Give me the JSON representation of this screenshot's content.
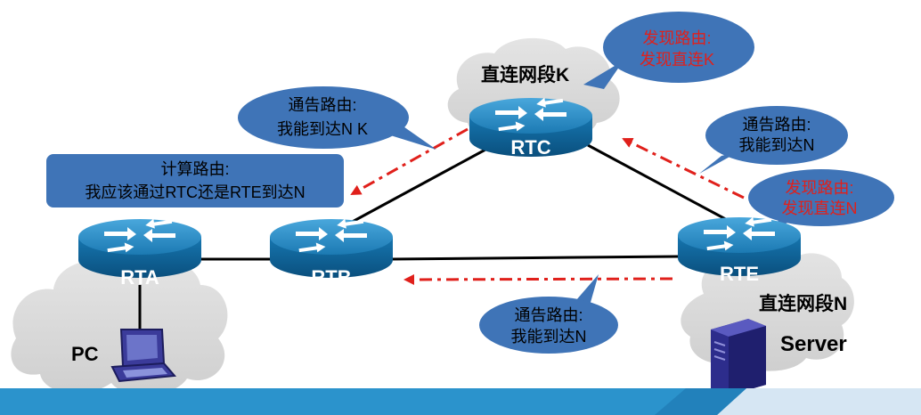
{
  "routers": {
    "rta": "RTA",
    "rtb": "RTB",
    "rtc": "RTC",
    "rte": "RTE"
  },
  "segments": {
    "k": "直连网段K",
    "n": "直连网段N"
  },
  "hosts": {
    "pc": "PC",
    "server": "Server"
  },
  "bubbles": {
    "rtc_discover": [
      "发现路由:",
      "发现直连K"
    ],
    "rte_discover": [
      "发现路由:",
      "发现直连N"
    ],
    "rtc_advertise": [
      "通告路由:",
      "我能到达N  K"
    ],
    "rte_advertise_up": [
      "通告路由:",
      "我能到达N"
    ],
    "rte_advertise_down": [
      "通告路由:",
      "我能到达N"
    ]
  },
  "compute_box": [
    "计算路由:",
    "我应该通过RTC还是RTE到达N"
  ],
  "colors": {
    "router_top": "#2a8cc4",
    "router_side": "#0b5f93",
    "bubble": "#3f74b7",
    "bubble_text_black": "#000000",
    "bubble_text_red": "#e0201b",
    "arrow_red": "#e0201b",
    "cloud": "#d8d8d8",
    "footer_blue": "#2b93cc",
    "footer_light": "#d6e6f3"
  },
  "icons": [
    "router-icon",
    "pc-icon",
    "server-icon",
    "cloud-icon"
  ]
}
